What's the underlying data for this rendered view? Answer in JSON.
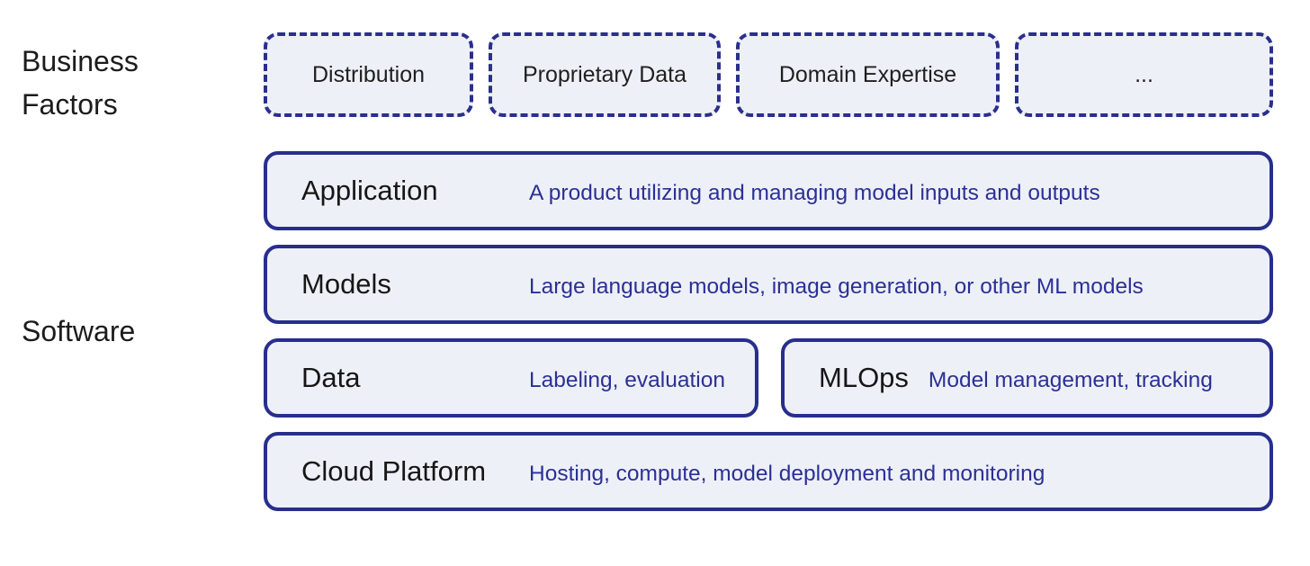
{
  "colors": {
    "navy_border": "#272e8c",
    "navy_text": "#2b3095",
    "box_fill": "#eef0f8",
    "dark_text": "#1c1c1c",
    "background": "#ffffff"
  },
  "left_labels": {
    "business_factors": "Business Factors",
    "software": "Software"
  },
  "business_factors": {
    "items": [
      "Distribution",
      "Proprietary Data",
      "Domain Expertise",
      "..."
    ]
  },
  "software_stack": {
    "application": {
      "title": "Application",
      "description": "A product utilizing and managing model inputs and outputs"
    },
    "models": {
      "title": "Models",
      "description": "Large language models, image generation, or other ML models"
    },
    "data": {
      "title": "Data",
      "description": "Labeling, evaluation"
    },
    "mlops": {
      "title": "MLOps",
      "description": "Model management, tracking"
    },
    "cloud_platform": {
      "title": "Cloud Platform",
      "description": "Hosting, compute, model deployment and monitoring"
    }
  }
}
